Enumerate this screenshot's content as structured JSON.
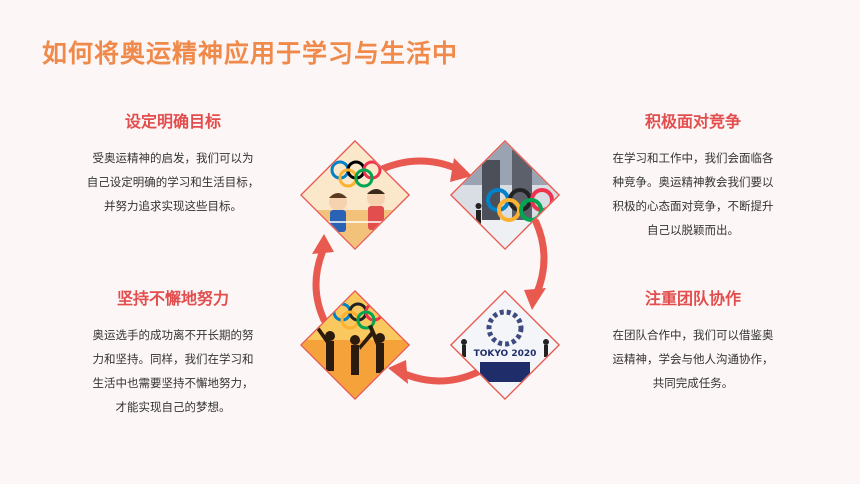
{
  "title": "如何将奥运精神应用于学习与生活中",
  "blocks": [
    {
      "heading": "设定明确目标",
      "lines": [
        "受奥运精神的启发，我们可以为",
        "自己设定明确的学习和生活目标，",
        "并努力追求实现这些目标。"
      ]
    },
    {
      "heading": "积极面对竞争",
      "lines": [
        "在学习和工作中，我们会面临各",
        "种竞争。奥运精神教会我们要以",
        "积极的心态面对竞争，不断提升",
        "自己以脱颖而出。"
      ]
    },
    {
      "heading": "坚持不懈地努力",
      "lines": [
        "奥运选手的成功离不开长期的努",
        "力和坚持。同样，我们在学习和",
        "生活中也需要坚持不懈地努力，",
        "才能实现自己的梦想。"
      ]
    },
    {
      "heading": "注重团队协作",
      "lines": [
        "在团队合作中，我们可以借鉴奥",
        "运精神，学会与他人沟通协作，",
        "共同完成任务。"
      ]
    }
  ],
  "photo_text": {
    "tokyo": "TOKYO 2020"
  },
  "colors": {
    "title": "#f08a4b",
    "heading": "#e24e4e",
    "arrow": "#e85a50",
    "background": "#fdf6f6"
  },
  "icons": [
    "olympic-rings-icon",
    "arrow-right-icon",
    "arrow-down-icon",
    "arrow-left-icon",
    "arrow-up-icon"
  ]
}
